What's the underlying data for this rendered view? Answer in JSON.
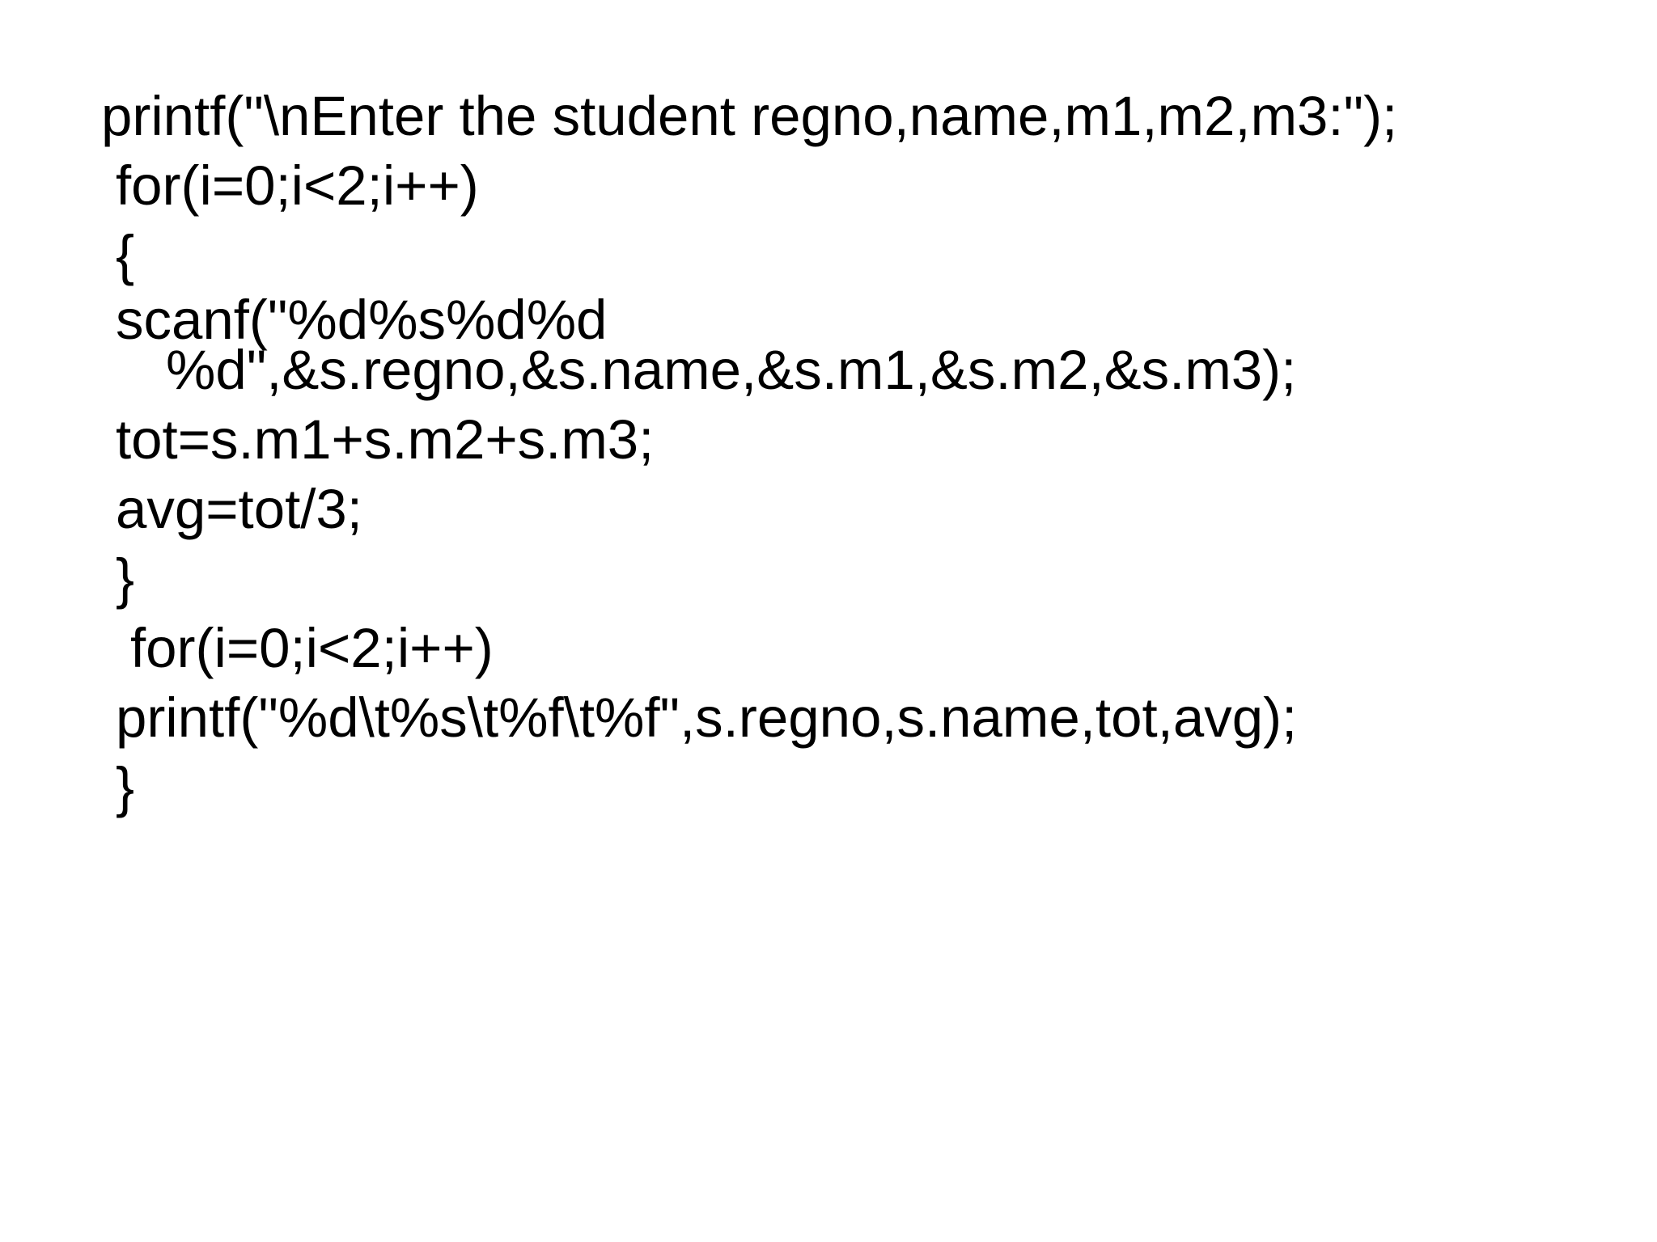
{
  "code": {
    "lines": [
      "printf(\"\\nEnter the student regno,name,m1,m2,m3:\");",
      "for(i=0;i<2;i++)",
      "{",
      "scanf(\"%d%s%d%d",
      "%d\",&s.regno,&s.name,&s.m1,&s.m2,&s.m3);",
      "tot=s.m1+s.m2+s.m3;",
      "avg=tot/3;",
      "}",
      "for(i=0;i<2;i++)",
      "printf(\"%d\\t%s\\t%f\\t%f\",s.regno,s.name,tot,avg);",
      "}"
    ]
  }
}
